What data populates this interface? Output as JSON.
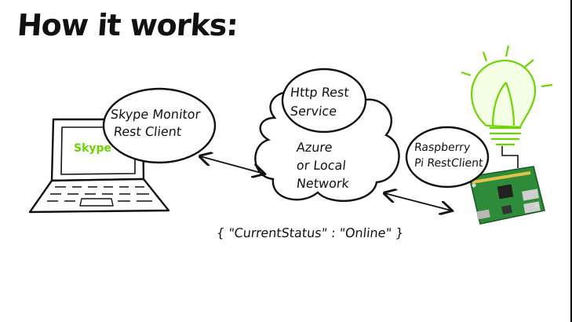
{
  "title": "How it works:",
  "laptop": {
    "screen_label": "Skype",
    "client_label_line1": "Skype Monitor",
    "client_label_line2": "Rest Client"
  },
  "service": {
    "label_line1": "Http Rest",
    "label_line2": "Service",
    "cloud_line1": "Azure",
    "cloud_line2": "or Local",
    "cloud_line3": "Network"
  },
  "device": {
    "label_line1": "Raspberry",
    "label_line2": "Pi RestClient"
  },
  "payload": "{ \"CurrentStatus\" : \"Online\" }",
  "colors": {
    "accent_green": "#6cd400",
    "ink": "#111111",
    "board_green": "#2e8b3a"
  }
}
